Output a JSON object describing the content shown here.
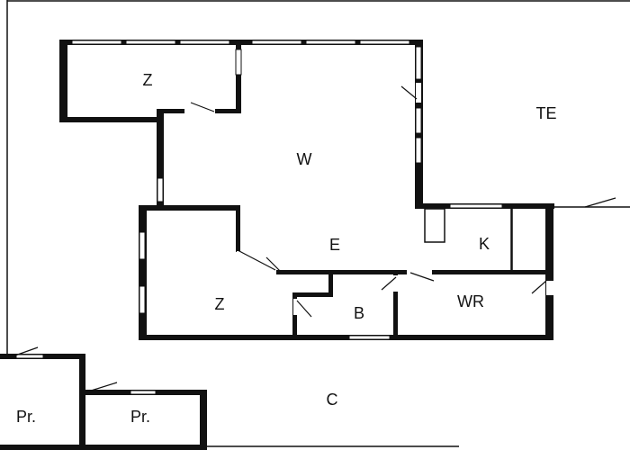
{
  "rooms": {
    "z_upper": "Z",
    "w": "W",
    "te": "TE",
    "e": "E",
    "k": "K",
    "z_lower": "Z",
    "b": "B",
    "wr": "WR",
    "c": "C",
    "pr_left": "Pr.",
    "pr_right": "Pr."
  },
  "colors": {
    "wall": "#111111",
    "background": "#ffffff"
  }
}
